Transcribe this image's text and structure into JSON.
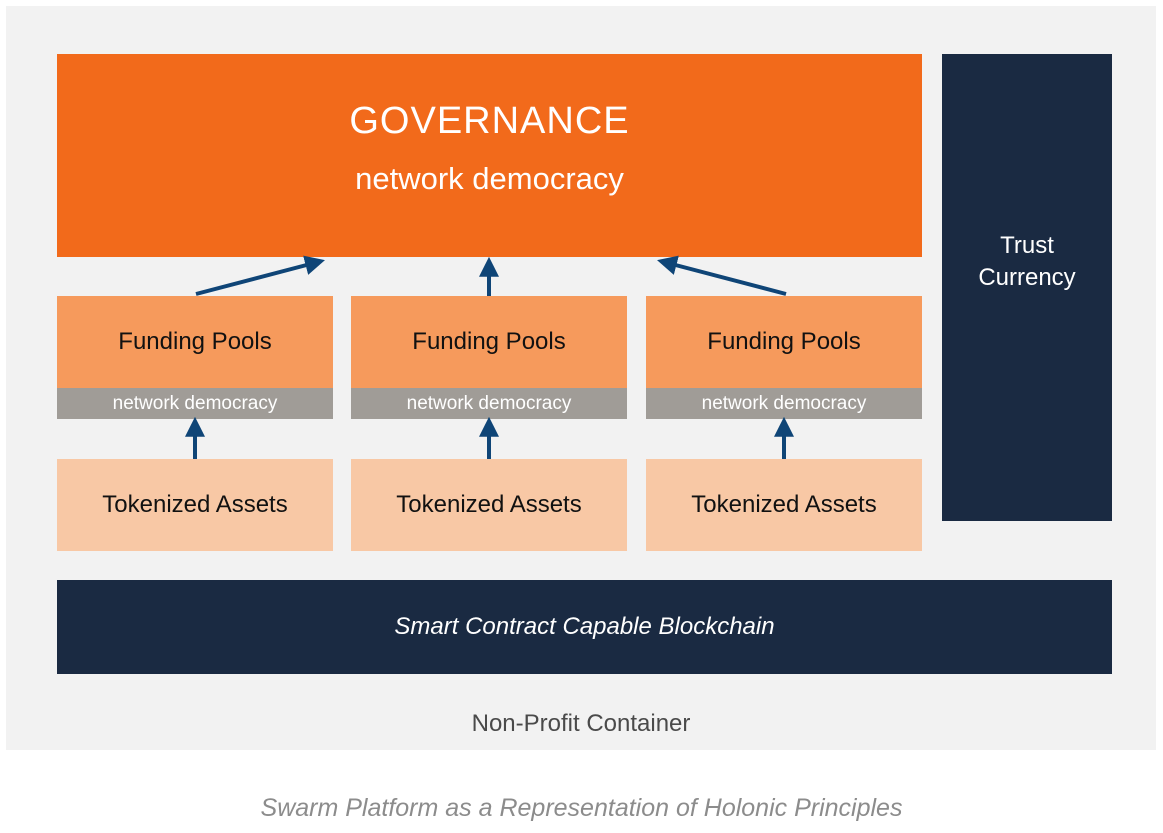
{
  "governance": {
    "title": "GOVERNANCE",
    "subtitle": "network democracy"
  },
  "trust_currency": {
    "label_line1": "Trust",
    "label_line2": "Currency"
  },
  "columns": [
    {
      "pool_label": "Funding Pools",
      "pool_sub": "network democracy",
      "asset_label": "Tokenized Assets"
    },
    {
      "pool_label": "Funding Pools",
      "pool_sub": "network democracy",
      "asset_label": "Tokenized Assets"
    },
    {
      "pool_label": "Funding Pools",
      "pool_sub": "network democracy",
      "asset_label": "Tokenized Assets"
    }
  ],
  "blockchain": {
    "label": "Smart Contract Capable Blockchain"
  },
  "container": {
    "label": "Non-Profit Container"
  },
  "caption": "Swarm Platform as a Representation of Holonic Principles",
  "colors": {
    "governance": "#f26a1b",
    "funding_pool": "#f69a5c",
    "network_democracy_bar": "#a09c97",
    "tokenized_assets": "#f8c8a5",
    "dark_navy": "#1a2a42",
    "arrow": "#0f4577",
    "container_bg": "#f2f2f2"
  },
  "icons": {
    "arrows": "up-arrow"
  }
}
